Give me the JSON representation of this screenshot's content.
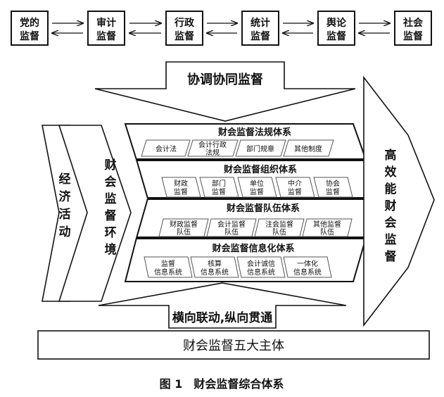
{
  "top_row": {
    "boxes": [
      [
        "党的",
        "监督"
      ],
      [
        "审计",
        "监督"
      ],
      [
        "行政",
        "监督"
      ],
      [
        "统计",
        "监督"
      ],
      [
        "舆论",
        "监督"
      ],
      [
        "社会",
        "监督"
      ]
    ]
  },
  "top_arrow_label": "协调协同监督",
  "bottom_arrow_label": "横向联动,纵向贯通",
  "left_arrows": {
    "economic": [
      "经",
      "济",
      "活",
      "动"
    ],
    "environment": [
      "财",
      "会",
      "监",
      "督",
      "环",
      "境"
    ]
  },
  "right_arrow": [
    "高",
    "效",
    "能",
    "财",
    "会",
    "监",
    "督"
  ],
  "systems": [
    {
      "title": "财会监督法规体系",
      "items": [
        [
          "会计法"
        ],
        [
          "会计行政",
          "法规"
        ],
        [
          "部门规章"
        ],
        [
          "其他制度"
        ]
      ]
    },
    {
      "title": "财会监督组织体系",
      "items": [
        [
          "财政",
          "监督"
        ],
        [
          "部门",
          "监督"
        ],
        [
          "单位",
          "监督"
        ],
        [
          "中介",
          "监督"
        ],
        [
          "协会",
          "监督"
        ]
      ]
    },
    {
      "title": "财会监督队伍体系",
      "items": [
        [
          "财政监督",
          "队伍"
        ],
        [
          "会计监督",
          "队伍"
        ],
        [
          "注会监督",
          "队伍"
        ],
        [
          "其他监督",
          "队伍"
        ]
      ]
    },
    {
      "title": "财会监督信息化体系",
      "items": [
        [
          "监督",
          "信息系统"
        ],
        [
          "核算",
          "信息系统"
        ],
        [
          "会计诚信",
          "信息系统"
        ],
        [
          "一体化",
          "信息系统"
        ]
      ]
    }
  ],
  "bottom_box": "财会监督五大主体",
  "caption": "图 1　财会监督综合体系"
}
